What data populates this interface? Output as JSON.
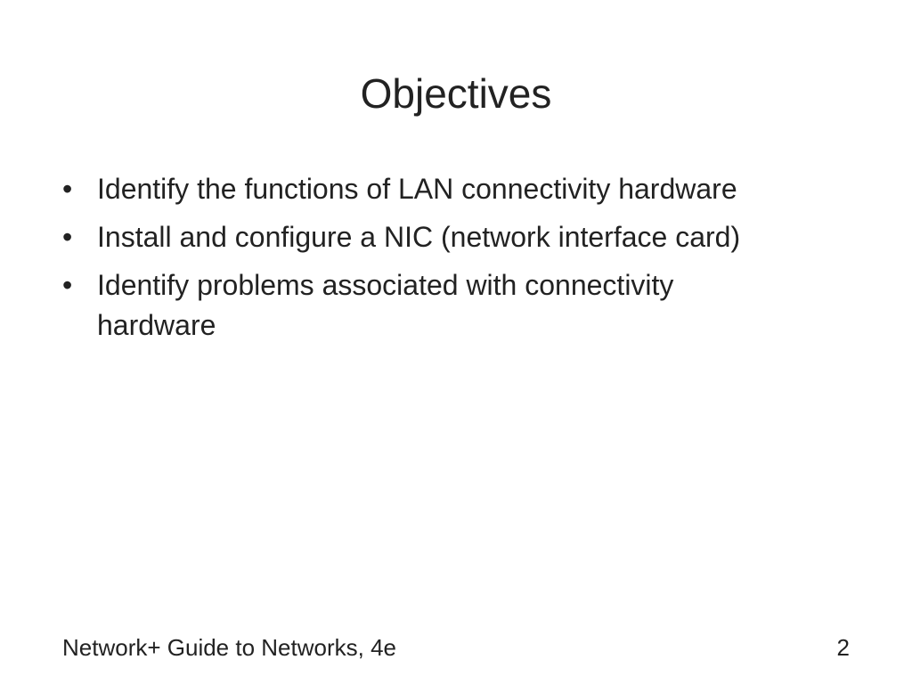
{
  "slide": {
    "title": "Objectives",
    "bullet_symbol": "•",
    "bullets": [
      "Identify the functions of LAN connectivity hardware",
      "Install and configure a NIC (network interface card)",
      "Identify problems associated with connectivity hardware"
    ]
  },
  "footer": {
    "left_text": "Network+ Guide to Networks, 4e",
    "page_number": "2"
  }
}
